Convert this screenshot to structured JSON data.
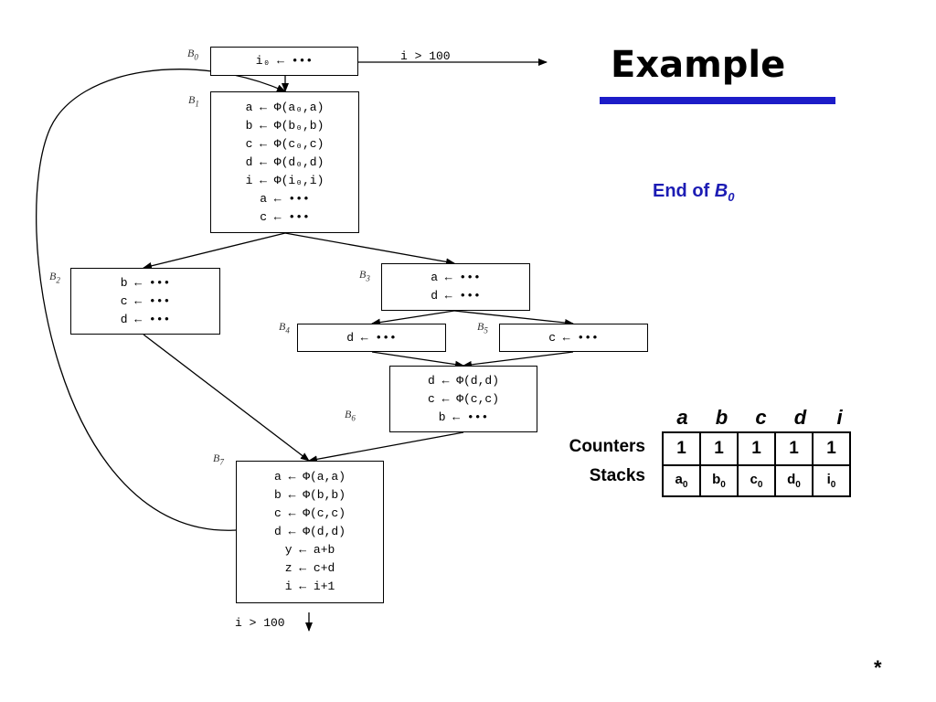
{
  "slide": {
    "title": "Example",
    "subtitle_prefix": "End of ",
    "subtitle_block": "B",
    "subtitle_block_sub": "0",
    "footer_mark": "*"
  },
  "colors": {
    "title_bar": "#1c1cc8",
    "subtitle": "#1c1cb4",
    "edge": "#000000"
  },
  "cfg": {
    "blocks": [
      {
        "id": "B0",
        "label": "B",
        "label_sub": "0",
        "lines": [
          "i₀ ← •••"
        ]
      },
      {
        "id": "B1",
        "label": "B",
        "label_sub": "1",
        "lines": [
          "a ← Φ(a₀,a)",
          "b ← Φ(b₀,b)",
          "c ← Φ(c₀,c)",
          "d ← Φ(d₀,d)",
          "i ← Φ(i₀,i)",
          "a ← •••",
          "c ← •••"
        ]
      },
      {
        "id": "B2",
        "label": "B",
        "label_sub": "2",
        "lines": [
          "b ← •••",
          "c ← •••",
          "d ← •••"
        ]
      },
      {
        "id": "B3",
        "label": "B",
        "label_sub": "3",
        "lines": [
          "a ← •••",
          "d ← •••"
        ]
      },
      {
        "id": "B4",
        "label": "B",
        "label_sub": "4",
        "lines": [
          "d ← •••"
        ]
      },
      {
        "id": "B5",
        "label": "B",
        "label_sub": "5",
        "lines": [
          "c ← •••"
        ]
      },
      {
        "id": "B6",
        "label": "B",
        "label_sub": "6",
        "lines": [
          "d ← Φ(d,d)",
          "c ← Φ(c,c)",
          "b ← •••"
        ]
      },
      {
        "id": "B7",
        "label": "B",
        "label_sub": "7",
        "lines": [
          "a ← Φ(a,a)",
          "b ← Φ(b,b)",
          "c ← Φ(c,c)",
          "d ← Φ(d,d)",
          "y ← a+b",
          "z ← c+d",
          "i ← i+1"
        ]
      }
    ],
    "exit_condition_b0": "i > 100",
    "exit_condition_b7": "i > 100"
  },
  "table": {
    "headers": [
      "a",
      "b",
      "c",
      "d",
      "i"
    ],
    "counters_label": "Counters",
    "stacks_label": "Stacks",
    "counters": [
      "1",
      "1",
      "1",
      "1",
      "1"
    ],
    "stacks": [
      {
        "base": "a",
        "sub": "0"
      },
      {
        "base": "b",
        "sub": "0"
      },
      {
        "base": "c",
        "sub": "0"
      },
      {
        "base": "d",
        "sub": "0"
      },
      {
        "base": "i",
        "sub": "0"
      }
    ]
  }
}
